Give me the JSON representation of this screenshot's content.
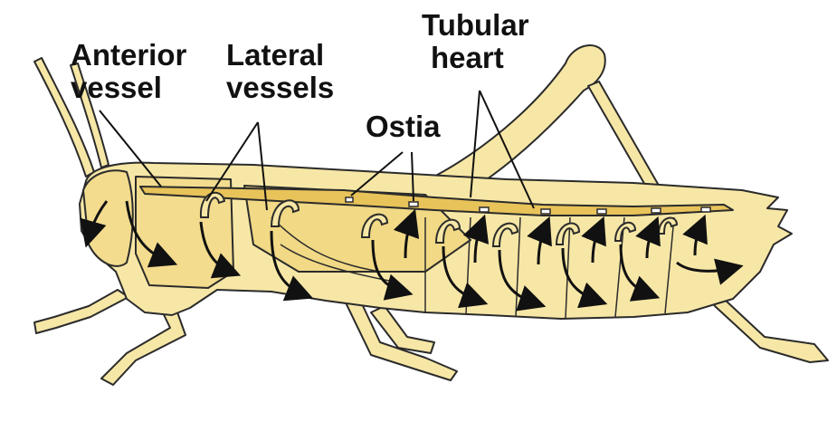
{
  "labels": {
    "anterior_vessel_line1": "Anterior",
    "anterior_vessel_line2": "vessel",
    "lateral_vessels_line1": "Lateral",
    "lateral_vessels_line2": "vessels",
    "ostia": "Ostia",
    "tubular_heart_line1": "Tubular",
    "tubular_heart_line2": "heart"
  },
  "colors": {
    "body_fill": "#f7e7a6",
    "heart_fill": "#e8c35a",
    "outline": "#2b2b2b",
    "arrow": "#111111",
    "background": "#ffffff"
  }
}
